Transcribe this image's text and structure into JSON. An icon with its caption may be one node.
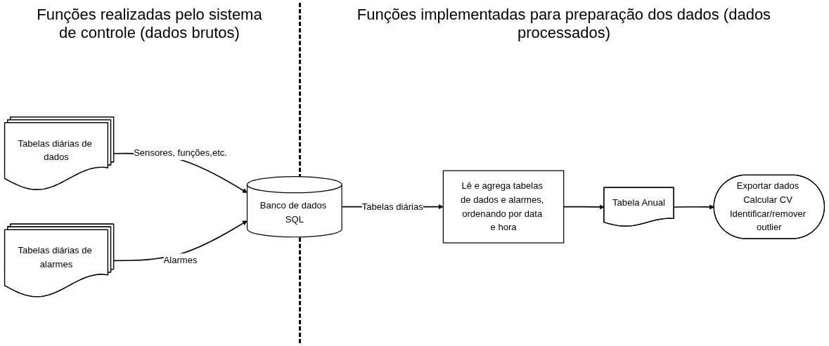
{
  "diagram": {
    "nodes": [
      {
        "text": [
          "Tabelas diárias de dados"
        ]
      },
      {
        "text": [
          "Tabelas diárias de alarmes"
        ]
      },
      {
        "text": [
          "Banco de dados SQL"
        ]
      },
      {
        "text": [
          "Lê e agrega tabelas de dados e alarmes, ordenando por data e hora"
        ]
      },
      {
        "text": [
          "Tabela Anual"
        ]
      },
      {
        "text": [
          "Exportar dados Calcular CV Identificar/remover outlier"
        ]
      }
    ],
    "edges": [
      {
        "from": 0,
        "to": 2,
        "arrow": "to",
        "label": "Sensores, funções,etc."
      },
      {
        "from": 1,
        "to": 2,
        "arrow": "to",
        "label": "Alarmes"
      },
      {
        "from": 2,
        "to": 3,
        "arrow": "to",
        "label": "Tabelas diárias"
      },
      {
        "from": 3,
        "to": 4,
        "arrow": "to"
      },
      {
        "from": 4,
        "to": 5,
        "arrow": "to"
      }
    ],
    "labels": [
      "Funções realizadas pelo sistema de controle (dados brutos)",
      "Funções implementadas para preparação dos dados (dados processados)"
    ]
  }
}
